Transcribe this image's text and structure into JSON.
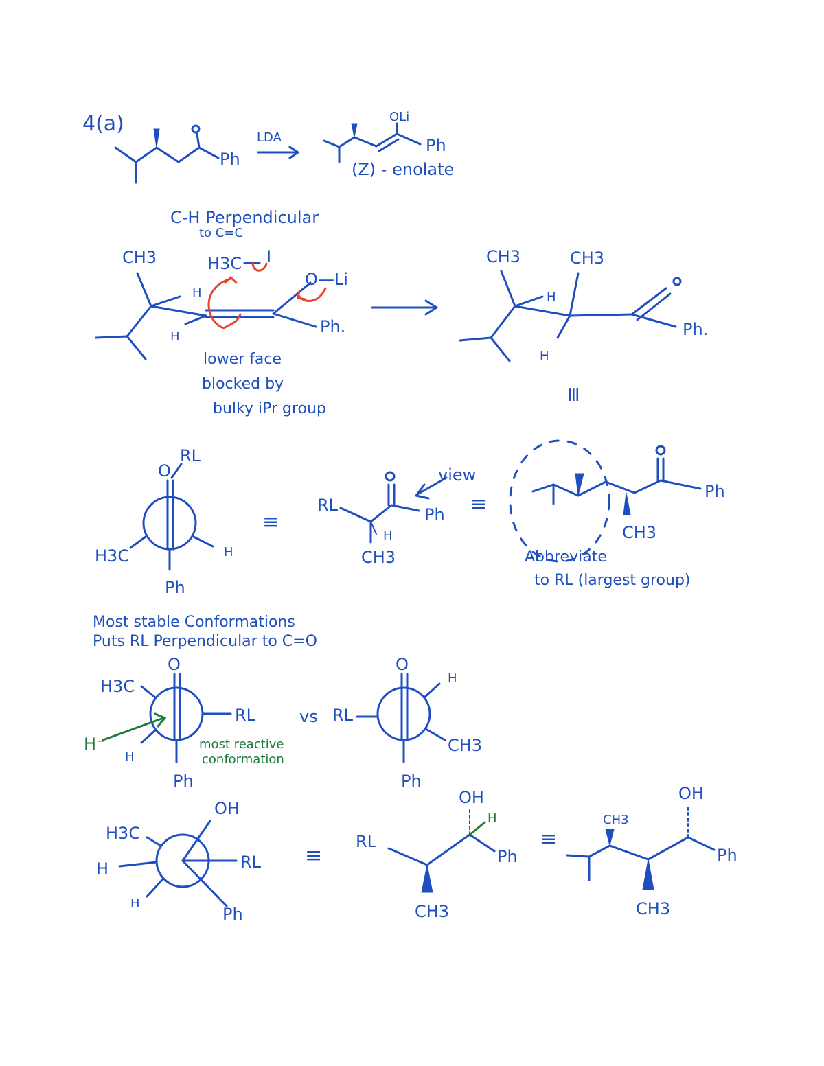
{
  "labels": {
    "problem": "4(a)",
    "ph": "Ph",
    "ph_dot": "Ph.",
    "lda": "LDA",
    "oli": "OLi",
    "o_li": "O—Li",
    "o": "O",
    "z_enolate": "(Z) - enolate",
    "ch_perp_1": "C-H Perpendicular",
    "ch_perp_2": "to C=C",
    "ch3": "CH3",
    "h": "H",
    "h3c": "H3C",
    "i": "I",
    "lower_face_1": "lower face",
    "lower_face_2": "blocked by",
    "lower_face_3": "bulky iPr group",
    "triple_equiv": "≡",
    "rl": "RL",
    "view": "view",
    "abbrev_1": "Abbreviate",
    "abbrev_2": "to RL (largest group)",
    "stable_1": "Most stable Conformations",
    "stable_2": "Puts RL Perpendicular to C=O",
    "vs": "vs",
    "hydride": "H⁻",
    "reactive_1": "most reactive",
    "reactive_2": "conformation",
    "oh": "OH"
  },
  "colors": {
    "ink": "#1f4fbf",
    "red": "#e5452f",
    "green": "#1f7a3a"
  }
}
